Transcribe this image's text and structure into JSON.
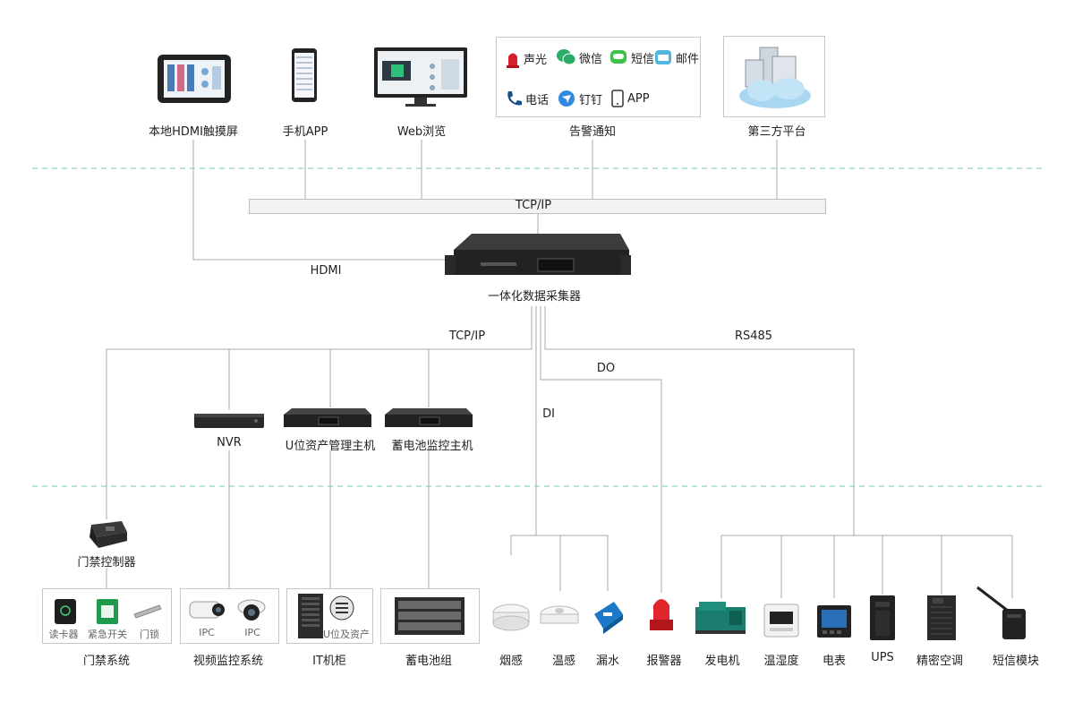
{
  "top": {
    "hdmi_screen": "本地HDMI触摸屏",
    "mobile_app": "手机APP",
    "web": "Web浏览",
    "alarm": "告警通知",
    "third_party": "第三方平台"
  },
  "alarm_items": {
    "sound_light": "声光",
    "wechat": "微信",
    "sms": "短信",
    "mail": "邮件",
    "phone": "电话",
    "dingtalk": "钉钉",
    "app": "APP"
  },
  "bus_label": "TCP/IP",
  "hdmi_label": "HDMI",
  "collector": "一体化数据采集器",
  "links": {
    "tcpip": "TCP/IP",
    "rs485": "RS485",
    "do": "DO",
    "di": "DI"
  },
  "mid": {
    "nvr": "NVR",
    "u_host": "U位资产管理主机",
    "battery_host": "蓄电池监控主机",
    "door_controller": "门禁控制器"
  },
  "bottom": {
    "door_system": "门禁系统",
    "card_reader": "读卡器",
    "emergency_switch": "紧急开关",
    "door_lock": "门锁",
    "video_system": "视频监控系统",
    "ipc1": "IPC",
    "ipc2": "IPC",
    "it_rack": "IT机柜",
    "u_asset": "U位及资产",
    "battery_group": "蓄电池组",
    "smoke": "烟感",
    "temp": "温感",
    "leak": "漏水",
    "alarm": "报警器",
    "generator": "发电机",
    "humidity": "温湿度",
    "meter": "电表",
    "ups": "UPS",
    "ac": "精密空调",
    "sms_module": "短信模块"
  }
}
